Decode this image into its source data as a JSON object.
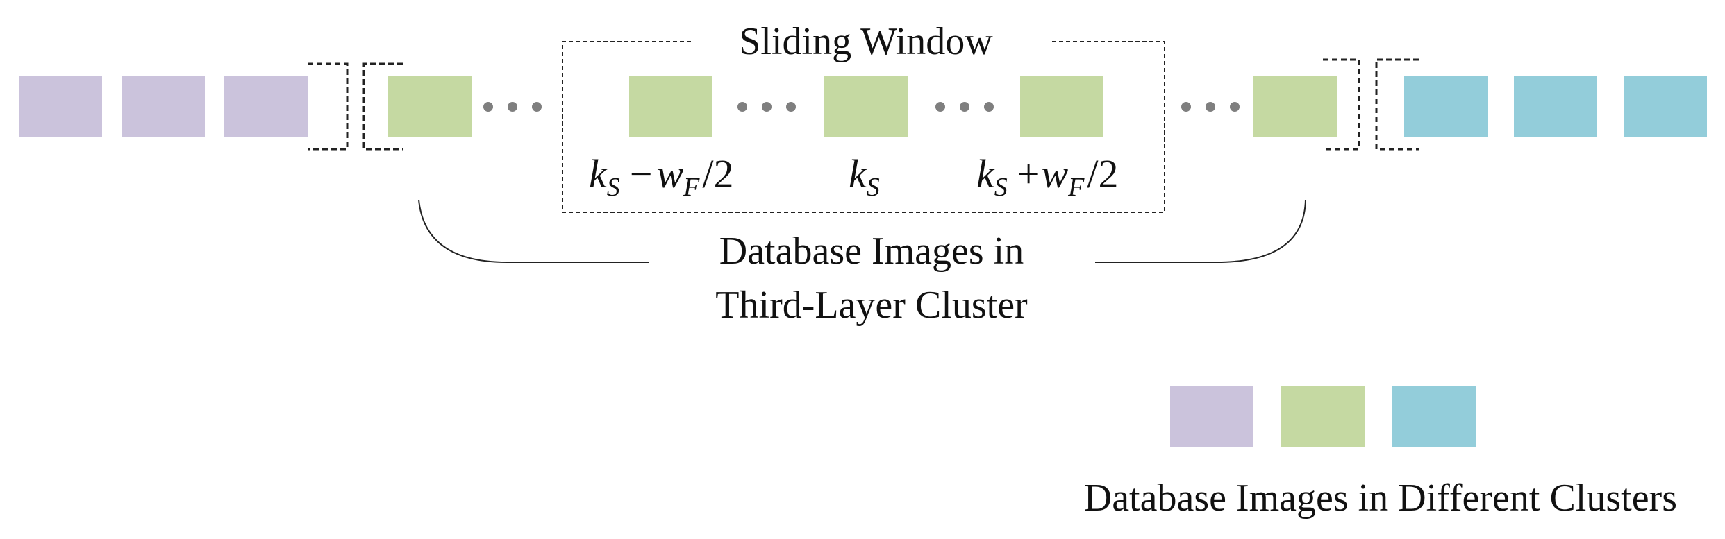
{
  "sliding_window": {
    "title": "Sliding Window"
  },
  "frame_labels": {
    "left": {
      "k": "k",
      "sub": "S",
      "op": "−",
      "w": "w",
      "wsub": "F",
      "tail": "/2"
    },
    "center": {
      "k": "k",
      "sub": "S"
    },
    "right": {
      "k": "k",
      "sub": "S",
      "op": "+",
      "w": "w",
      "wsub": "F",
      "tail": "/2"
    }
  },
  "cluster_brace": {
    "label_line1": "Database Images in",
    "label_line2": "Third-Layer Cluster"
  },
  "legend": {
    "label": "Database Images in Different Clusters",
    "colors": [
      "#cbc3dc",
      "#c5d9a2",
      "#93cdda"
    ]
  },
  "colors": {
    "purple": "#cbc3dc",
    "green": "#c5d9a2",
    "blue": "#93cdda",
    "dots": "#7f7f7f",
    "line": "#222222"
  }
}
